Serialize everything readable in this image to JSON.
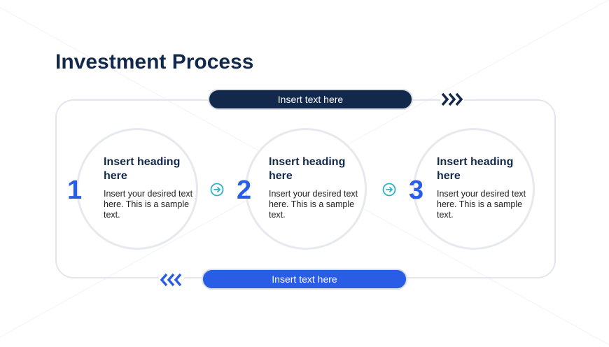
{
  "slide": {
    "title": "Investment Process",
    "top_banner": "Insert text here",
    "bottom_banner": "Insert text here",
    "colors": {
      "navy": "#13294b",
      "blue": "#2a5de6",
      "teal": "#2bb3c8"
    }
  },
  "steps": [
    {
      "number": "1",
      "heading": "Insert heading here",
      "body": "Insert your desired text here. This is a sample text."
    },
    {
      "number": "2",
      "heading": "Insert heading here",
      "body": "Insert your desired text here. This is a sample text."
    },
    {
      "number": "3",
      "heading": "Insert heading here",
      "body": "Insert your desired text here. This is a sample text."
    }
  ],
  "icons": [
    "chevrons-right-icon",
    "chevrons-left-icon",
    "arrow-right-circle-icon"
  ]
}
